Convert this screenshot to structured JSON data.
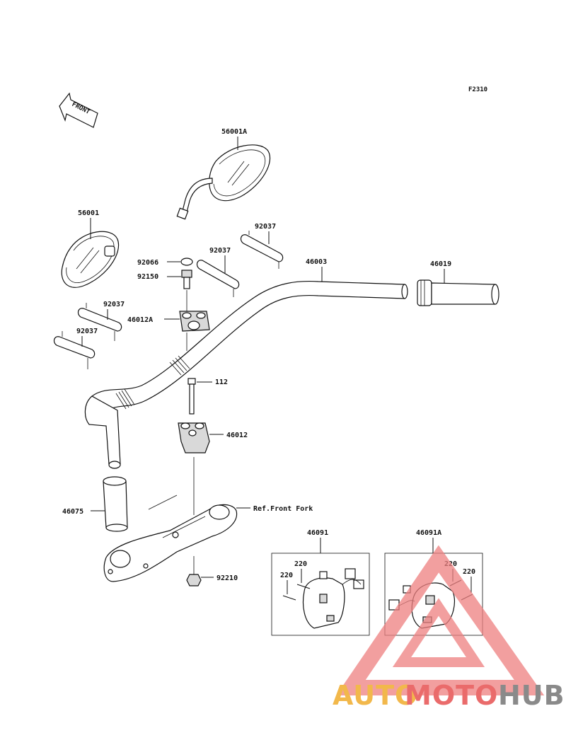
{
  "figure_code": "F2310",
  "front_label": "FRONT",
  "parts": {
    "mirror_right": "56001A",
    "mirror_left": "56001",
    "band_1": "92037",
    "band_2": "92037",
    "band_3": "92037",
    "band_4": "92037",
    "washer": "92066",
    "bolt": "92150",
    "handlebar": "46003",
    "grip_right": "46019",
    "holder_upper": "46012A",
    "bolt_112": "112",
    "holder_lower": "46012",
    "grip_left": "46075",
    "ref_front_fork": "Ref.Front Fork",
    "nut": "92210",
    "switch_left": "46091",
    "switch_right": "46091A",
    "screw_l1": "220",
    "screw_l2": "220",
    "screw_r1": "220",
    "screw_r2": "220"
  },
  "watermark": {
    "part1": "AUTO",
    "part2": "MOTO",
    "part3": "HUB",
    "colors": {
      "auto": "#f2b84b",
      "moto": "#ea6b6b",
      "hub": "#8a8a8a",
      "triangle": "#ee8080"
    }
  }
}
